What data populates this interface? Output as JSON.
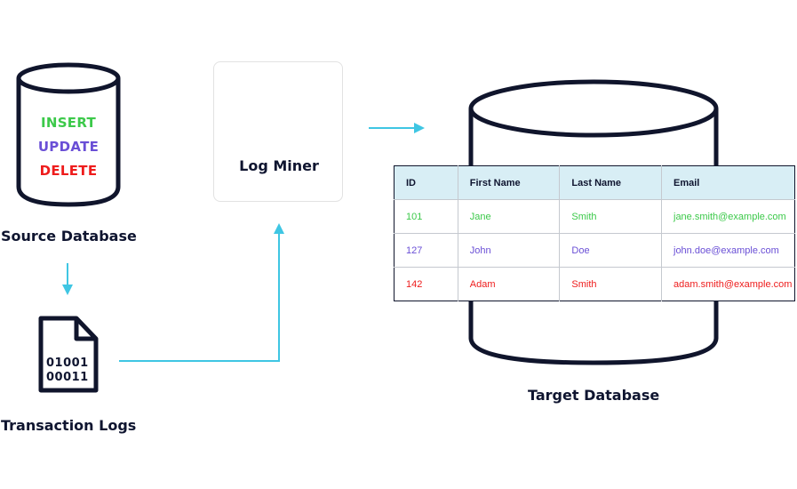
{
  "source": {
    "label": "Source Database",
    "operations": [
      {
        "text": "INSERT",
        "color": "#3cc94a"
      },
      {
        "text": "UPDATE",
        "color": "#6a4fd6"
      },
      {
        "text": "DELETE",
        "color": "#ee1c1c"
      }
    ]
  },
  "logs": {
    "label": "Transaction Logs",
    "binary_line1": "01001",
    "binary_line2": "00011"
  },
  "miner": {
    "label": "Log Miner",
    "icon": "refresh-cycle-icon"
  },
  "target": {
    "label": "Target Database",
    "columns": [
      "ID",
      "First Name",
      "Last Name",
      "Email"
    ],
    "rows": [
      {
        "cells": [
          "101",
          "Jane",
          "Smith",
          "jane.smith@example.com"
        ],
        "color": "#3cc94a"
      },
      {
        "cells": [
          "127",
          "John",
          "Doe",
          "john.doe@example.com"
        ],
        "color": "#6a4fd6"
      },
      {
        "cells": [
          "142",
          "Adam",
          "Smith",
          "adam.smith@example.com"
        ],
        "color": "#ee1c1c"
      }
    ]
  },
  "colors": {
    "arrow": "#3fc6e3",
    "outline": "#10152c",
    "header_bg": "#d8eef5"
  }
}
